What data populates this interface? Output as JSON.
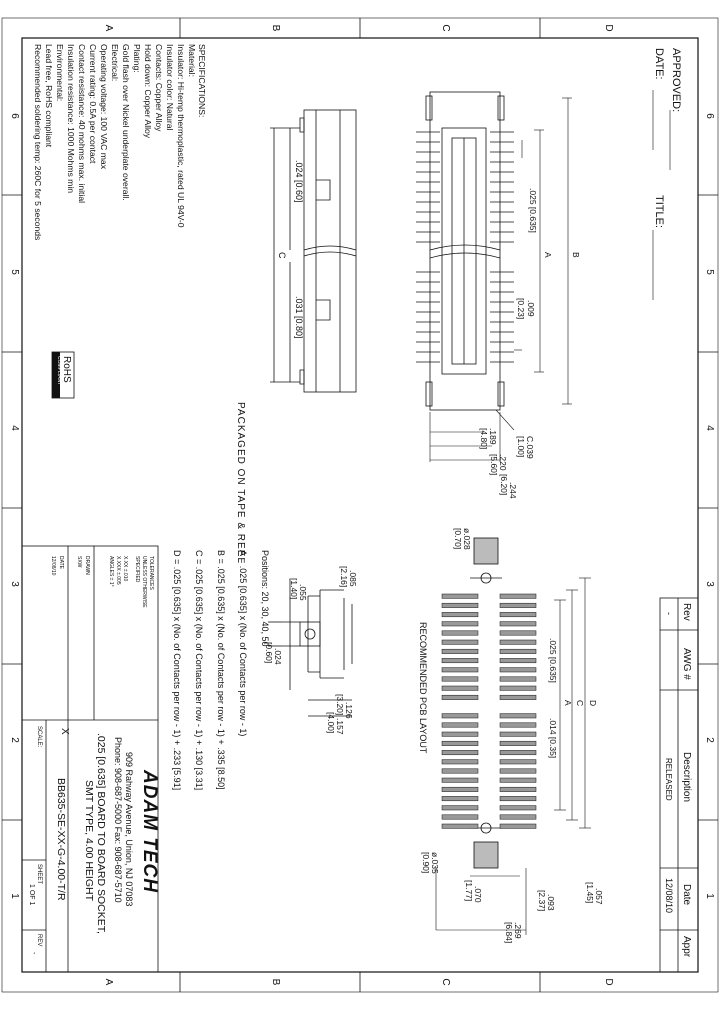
{
  "border": {
    "zones_letters": [
      "A",
      "B",
      "C",
      "D"
    ],
    "zones_numbers": [
      "6",
      "5",
      "4",
      "3",
      "2",
      "1"
    ]
  },
  "approval": {
    "approved_label": "APPROVED:",
    "date_label": "DATE:",
    "title_label": "TITLE:"
  },
  "revision_table": {
    "headers": [
      "Rev",
      "AWG #",
      "Description",
      "Date",
      "Appr"
    ],
    "row": {
      "rev": "-",
      "awg": "",
      "description": "RELEASED",
      "date": "12/08/10",
      "appr": ""
    }
  },
  "specifications": {
    "heading": "SPECIFICATIONS:",
    "lines": [
      "Material:",
      "Insulator:  Hi-temp  thermoplastic,  rated  UL  94V-0",
      "Insulator  color:  Natural",
      "Contacts:  Copper  Alloy",
      "Hold  down:  Copper  Alloy",
      "Plating:",
      "Gold  flash  over  Nickel  underplate  overall.",
      "Electrical:",
      "Operating  voltage:  100  VAC  max",
      "Current  rating:  0.5A  per  contact",
      "Contact  resistance:  40  mohms  max.  initial",
      "Insulation  resistance:  1000  Mohms  min",
      "Environmental:",
      "Lead  free,  RoHS  compliant",
      "Recommended  soldering  temp:  260C  for  5  seconds"
    ]
  },
  "rohs": {
    "main": "RoHS",
    "sub": "COMPLIANT"
  },
  "packaging_note": "PACKAGED   ON   TAPE   &   REEL",
  "pcb_layout_title": "RECOMMENDED  PCB  LAYOUT",
  "positions": {
    "header": "Positions:  20,  30,  40,  50",
    "lines": [
      "A  =  .025  [0.635]  x  (No.  of  Contacts  per  row  -  1)",
      "B  =  .025  [0.635]  x  (No.  of  Contacts  per  row  -  1)  +  .335  [8.50]",
      "C  =  .025  [0.635]  x  (No.  of  Contacts  per  row  -  1)  +  .130  [3.31]",
      "D  =  .025  [0.635]  x  (No.  of  Contacts  per  row  -  1)  +  .233  [5.91]"
    ]
  },
  "dimensions": {
    "top_view": [
      ".025  [0.635]",
      "A",
      "B",
      ".009",
      "[0.23]",
      ".189",
      "[4.80]",
      ".220",
      "[5.60]",
      ".244",
      "[6.20]",
      "C.039",
      "[1.00]"
    ],
    "side_view": [
      ".024  [0.60]",
      "C",
      ".031  [0.80]"
    ],
    "end_view": [
      ".085",
      "[2.16]",
      ".055",
      "[1.40]",
      ".024",
      "[0.60]",
      ".126",
      "[3.20]",
      ".157",
      "[4.00]"
    ],
    "pcb": [
      "ø.028",
      "[0.70]",
      ".025  [0.635]",
      "A",
      "C",
      "D",
      ".014  [0.35]",
      "ø.035",
      "[0.90]",
      ".070",
      "[1.77]",
      ".093",
      "[2.37]",
      ".057",
      "[1.45]",
      ".269",
      "[6.84]"
    ]
  },
  "title_block": {
    "company": "ADAM TECH",
    "address": "909 Rahway Avenue, Union, NJ 07083",
    "phone": "Phone: 908-687-5000  Fax: 908-687-5710",
    "title_line1": ".025 [0.635] BOARD TO BOARD SOCKET,",
    "title_line2": "SMT TYPE, 4.00 HEIGHT",
    "part_number": "BB635-SE-XX-G-4.00-T/R",
    "scale": "SCALE:",
    "scale_value": "X",
    "sheet": "SHEET",
    "sheet_value": "1 OF 1",
    "rev_label": "REV",
    "rev_value": "-",
    "tolerance_lines": [
      "TOLERANCES",
      "UNLESS OTHERWISE",
      "SPECIFIED",
      "X.XX  ±.010",
      "X.XXX  ±.005",
      "ANGLES  ± 1°"
    ],
    "drawn_label": "DRAWN",
    "drawn_value": "SXW",
    "date_label": "DATE",
    "date_value": "12/08/10"
  }
}
